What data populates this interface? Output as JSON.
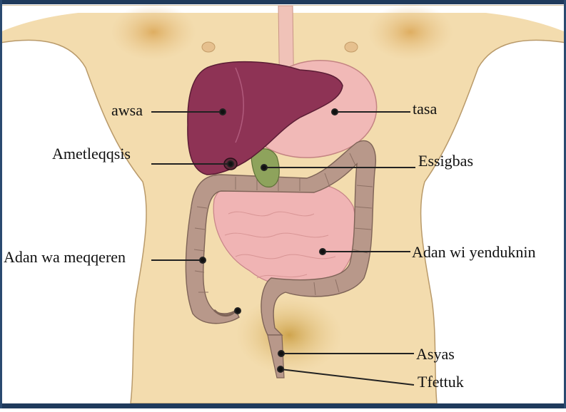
{
  "labels": {
    "liver": "awsa",
    "stomach": "tasa",
    "gallbladder": "Ametleqqsis",
    "pancreas": "Essigbas",
    "large_intestine": "Adan wa meqqeren",
    "small_intestine": "Adan wi yenduknin",
    "rectum": "Asyas",
    "anus": "Tfettuk"
  },
  "colors": {
    "skin": "#f3dcae",
    "liver": "#8e3355",
    "stomach": "#f1b9b7",
    "intestine": "#b8988a",
    "small_intestine": "#f0b4b4",
    "pancreas": "#8ea35c",
    "frame": "#1f3a5c"
  }
}
